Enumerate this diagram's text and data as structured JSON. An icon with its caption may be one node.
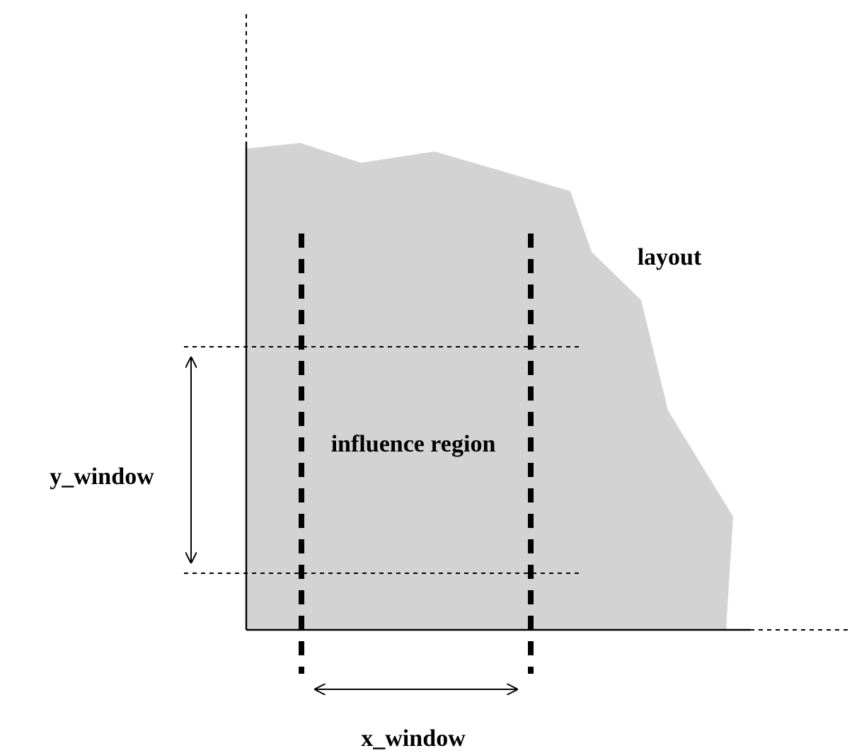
{
  "diagram": {
    "labels": [
      "layout",
      "influence region",
      "y_window",
      "x_window"
    ]
  }
}
